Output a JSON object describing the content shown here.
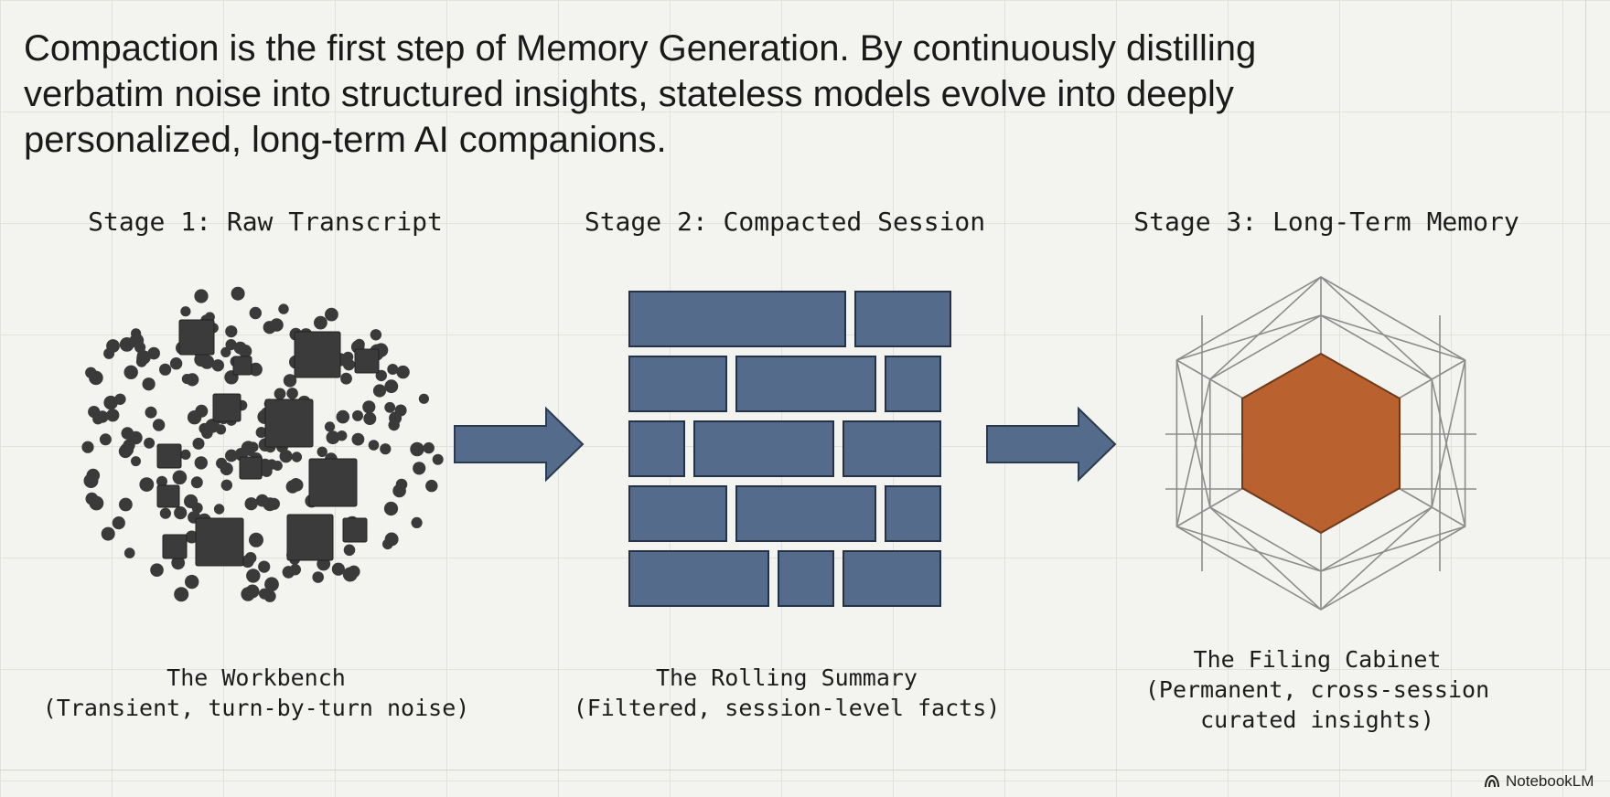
{
  "headline": "Compaction is the first step of Memory Generation. By continuously distilling verbatim noise into structured insights, stateless models evolve into deeply personalized, long-term AI companions.",
  "stages": [
    {
      "title": "Stage 1: Raw Transcript",
      "caption": "The Workbench\n(Transient, turn-by-turn noise)"
    },
    {
      "title": "Stage 2: Compacted Session",
      "caption": "The Rolling Summary\n(Filtered, session-level facts)"
    },
    {
      "title": "Stage 3: Long-Term Memory",
      "caption": "The Filing Cabinet\n(Permanent, cross-session\ncurated insights)"
    }
  ],
  "colors": {
    "noise": "#3a3a3a",
    "brick": "#556b8c",
    "arrow": "#556b8c",
    "core": "#b9622f",
    "lattice": "#8c8c8c"
  },
  "brand": {
    "name": "NotebookLM",
    "icon": "notebooklm-logo-icon"
  }
}
